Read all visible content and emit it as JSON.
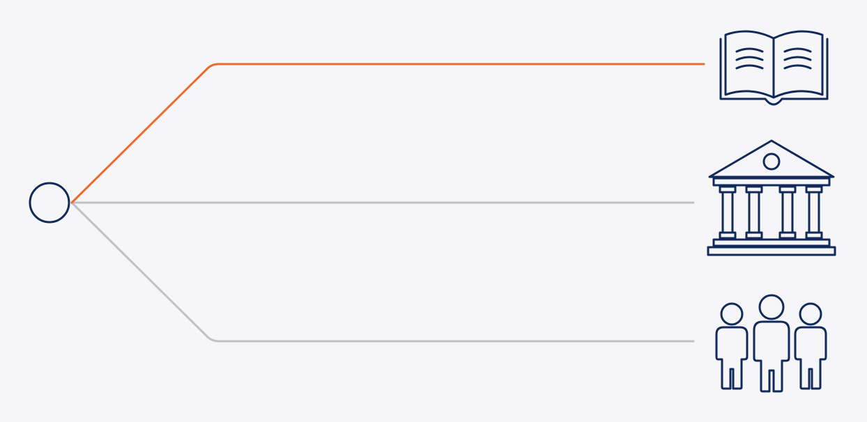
{
  "diagram": {
    "origin": {
      "name": "origin-node"
    },
    "branches": [
      {
        "name": "branch-book",
        "target": "book-icon",
        "highlighted": true
      },
      {
        "name": "branch-institution",
        "target": "bank-building-icon",
        "highlighted": false
      },
      {
        "name": "branch-people",
        "target": "people-group-icon",
        "highlighted": false
      }
    ],
    "colors": {
      "background": "#f6f6f9",
      "highlight": "#ee6a2c",
      "muted": "#bfc1c9",
      "icon": "#112a5a"
    }
  }
}
